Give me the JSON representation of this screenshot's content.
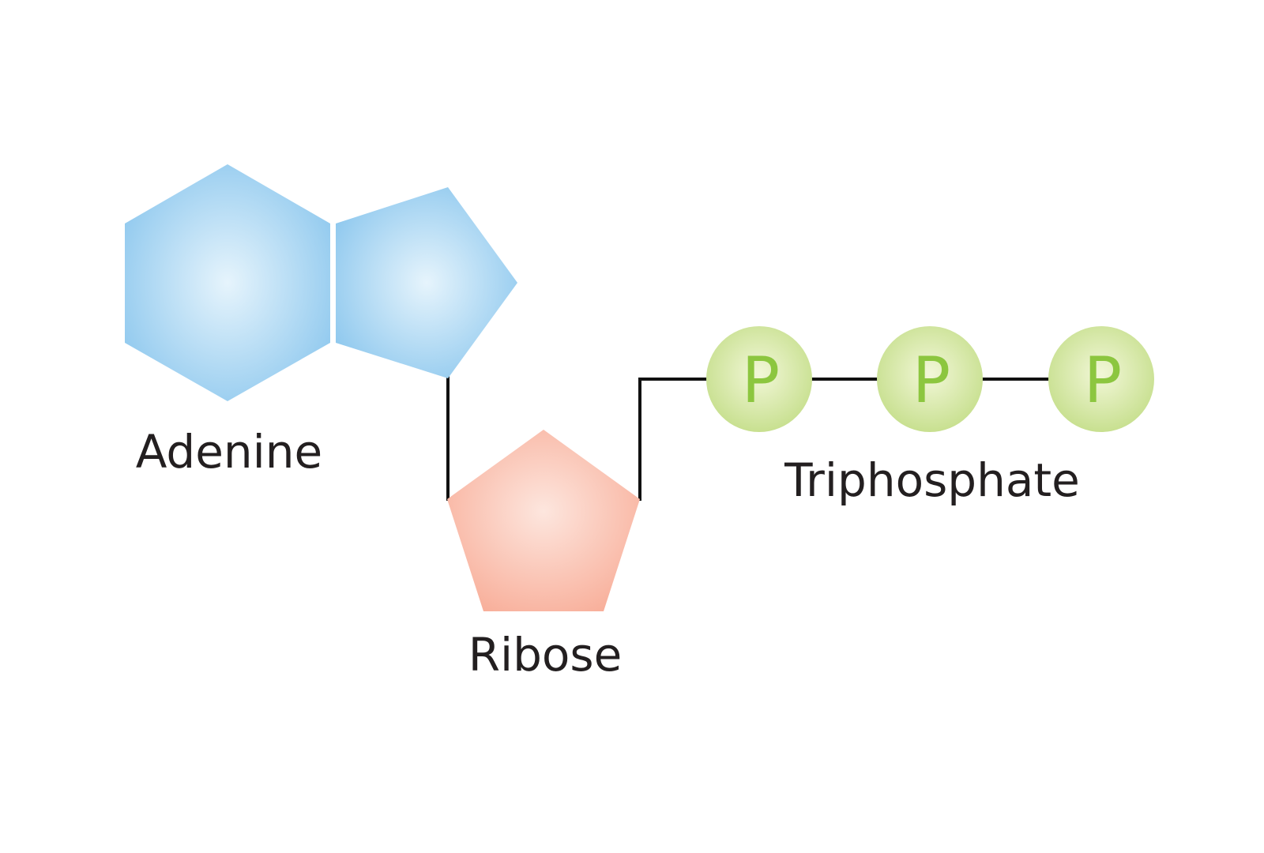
{
  "title": "ATP structure",
  "labels": {
    "adenine": "Adenine",
    "ribose": "Ribose",
    "triphosphate": "Triphosphate"
  },
  "phosphates": [
    "P",
    "P",
    "P"
  ],
  "colors": {
    "adenine": "#8ec8ee",
    "ribose": "#f8b4a2",
    "phosphate": "#c8e090",
    "phosphate_letter": "#8cc63f",
    "bond": "#111111",
    "text": "#231f20"
  }
}
